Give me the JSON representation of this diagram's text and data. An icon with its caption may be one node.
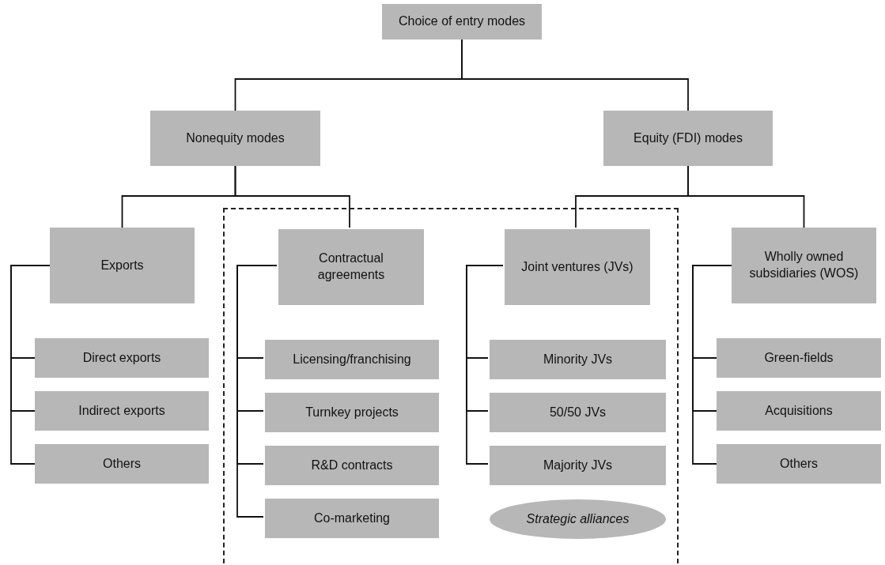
{
  "diagram": {
    "nodes": [
      {
        "text": [
          "Choice of entry modes"
        ]
      },
      {
        "text": [
          "Nonequity modes"
        ]
      },
      {
        "text": [
          "Equity (FDI) modes"
        ]
      },
      {
        "text": [
          "Exports"
        ]
      },
      {
        "text": [],
        "shape": "box"
      },
      {
        "text": [
          "Contractual agreements"
        ],
        "in": 4
      },
      {
        "text": [
          "Joint ventures (JVs)"
        ],
        "in": 4
      },
      {
        "text": [
          "Wholly owned subsidiaries (WOS)"
        ]
      },
      {
        "text": [
          "Direct exports"
        ]
      },
      {
        "text": [
          "Indirect exports"
        ]
      },
      {
        "text": [
          "Others"
        ]
      },
      {
        "text": [
          "Licensing/franchising"
        ],
        "in": 4
      },
      {
        "text": [
          "Turnkey projects"
        ],
        "in": 4
      },
      {
        "text": [
          "R&D contracts"
        ],
        "in": 4
      },
      {
        "text": [
          "Co-marketing"
        ],
        "in": 4
      },
      {
        "text": [
          "Minority JVs"
        ],
        "in": 4
      },
      {
        "text": [
          "50/50 JVs"
        ],
        "in": 4
      },
      {
        "text": [
          "Majority JVs"
        ],
        "in": 4
      },
      {
        "text": [
          "Strategic alliances"
        ],
        "in": 4
      },
      {
        "text": [
          "Green-fields"
        ]
      },
      {
        "text": [
          "Acquisitions"
        ]
      },
      {
        "text": [
          "Others"
        ]
      }
    ],
    "edges": [
      {
        "from": 0,
        "to": 1,
        "arrow": "none"
      },
      {
        "from": 0,
        "to": 2,
        "arrow": "none"
      },
      {
        "from": 1,
        "to": 3,
        "arrow": "none"
      },
      {
        "from": 1,
        "to": 5,
        "arrow": "none"
      },
      {
        "from": 2,
        "to": 6,
        "arrow": "none"
      },
      {
        "from": 2,
        "to": 7,
        "arrow": "none"
      },
      {
        "from": 3,
        "to": 8,
        "arrow": "none"
      },
      {
        "from": 3,
        "to": 9,
        "arrow": "none"
      },
      {
        "from": 3,
        "to": 10,
        "arrow": "none"
      },
      {
        "from": 5,
        "to": 11,
        "arrow": "none"
      },
      {
        "from": 5,
        "to": 12,
        "arrow": "none"
      },
      {
        "from": 5,
        "to": 13,
        "arrow": "none"
      },
      {
        "from": 5,
        "to": 14,
        "arrow": "none"
      },
      {
        "from": 6,
        "to": 15,
        "arrow": "none"
      },
      {
        "from": 6,
        "to": 16,
        "arrow": "none"
      },
      {
        "from": 6,
        "to": 17,
        "arrow": "none"
      },
      {
        "from": 7,
        "to": 19,
        "arrow": "none"
      },
      {
        "from": 7,
        "to": 20,
        "arrow": "none"
      },
      {
        "from": 7,
        "to": 21,
        "arrow": "none"
      }
    ]
  }
}
